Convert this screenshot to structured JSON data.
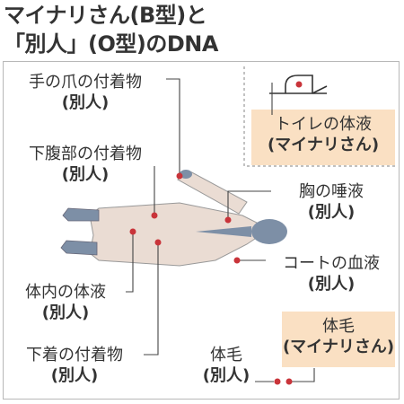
{
  "title": {
    "line1": "マイナリさん(B型)と",
    "line2": "「別人」(O型)のDNA"
  },
  "labels": {
    "nails": {
      "name": "手の爪の付着物",
      "who": "(別人)"
    },
    "abdomen": {
      "name": "下腹部の付着物",
      "who": "(別人)"
    },
    "body_fluid": {
      "name": "体内の体液",
      "who": "(別人)"
    },
    "underwear": {
      "name": "下着の付着物",
      "who": "(別人)"
    },
    "pubic_hair_other": {
      "name": "体毛",
      "who": "(別人)"
    },
    "chest": {
      "name": "胸の唾液",
      "who": "(別人)"
    },
    "coat": {
      "name": "コートの血液",
      "who": "(別人)"
    },
    "toilet": {
      "name": "トイレの体液",
      "who": "(マイナリさん)"
    },
    "pubic_hair_mainali": {
      "name": "体毛",
      "who": "(マイナリさん)"
    }
  },
  "colors": {
    "body_fill": "#eadcd3",
    "head_fill": "#7d8fa6",
    "marker": "#c9343a",
    "highlight_box": "#fae0c3",
    "frame": "#b8b8b8"
  },
  "icons": [
    "toilet-icon",
    "body-silhouette"
  ]
}
